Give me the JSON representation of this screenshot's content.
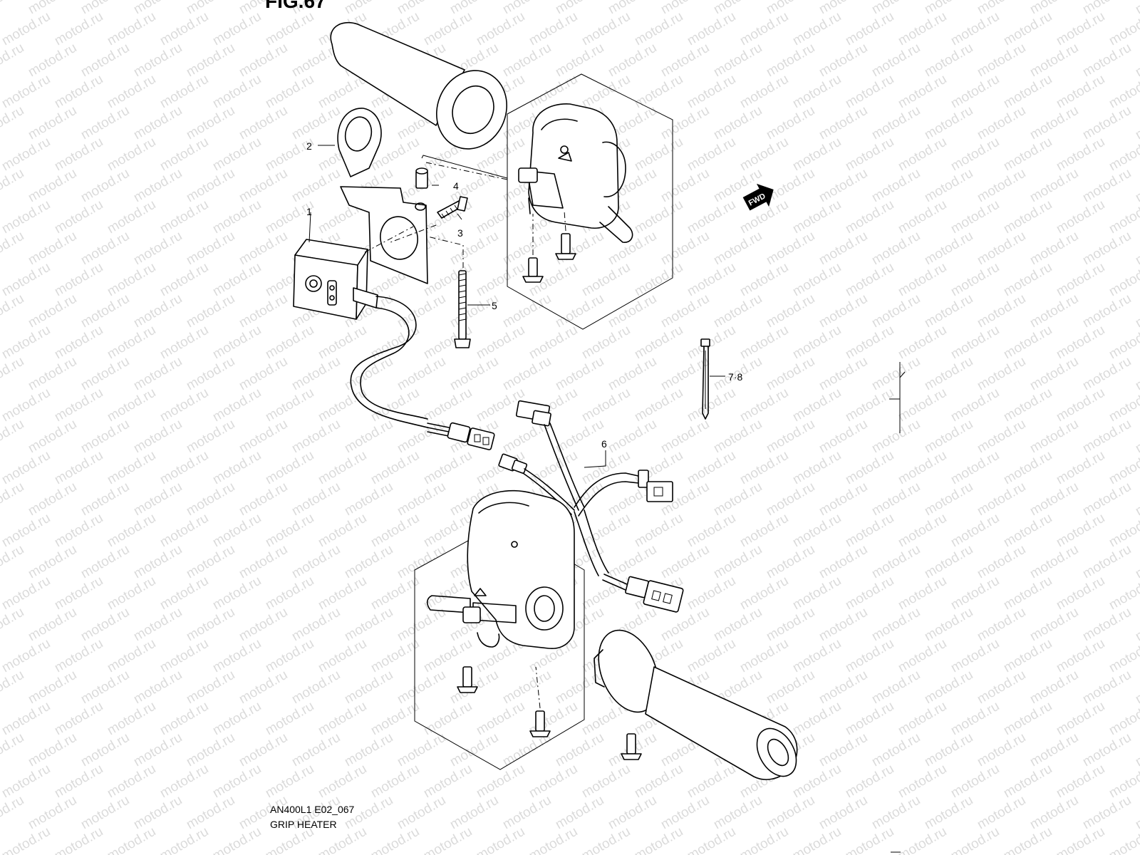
{
  "figure": {
    "label": "FIG.67"
  },
  "footer": {
    "model_code": "AN400L1 E02_067",
    "title": "GRIP HEATER"
  },
  "watermark": {
    "text": "motod.ru"
  },
  "direction_badge": {
    "text": "FWD"
  },
  "callouts": [
    {
      "id": "c1",
      "text": "1"
    },
    {
      "id": "c2",
      "text": "2"
    },
    {
      "id": "c3",
      "text": "3"
    },
    {
      "id": "c4",
      "text": "4"
    },
    {
      "id": "c5",
      "text": "5"
    },
    {
      "id": "c6",
      "text": "6"
    },
    {
      "id": "c78",
      "text": "7·8"
    }
  ],
  "colors": {
    "line": "#000000",
    "background": "#ffffff"
  }
}
